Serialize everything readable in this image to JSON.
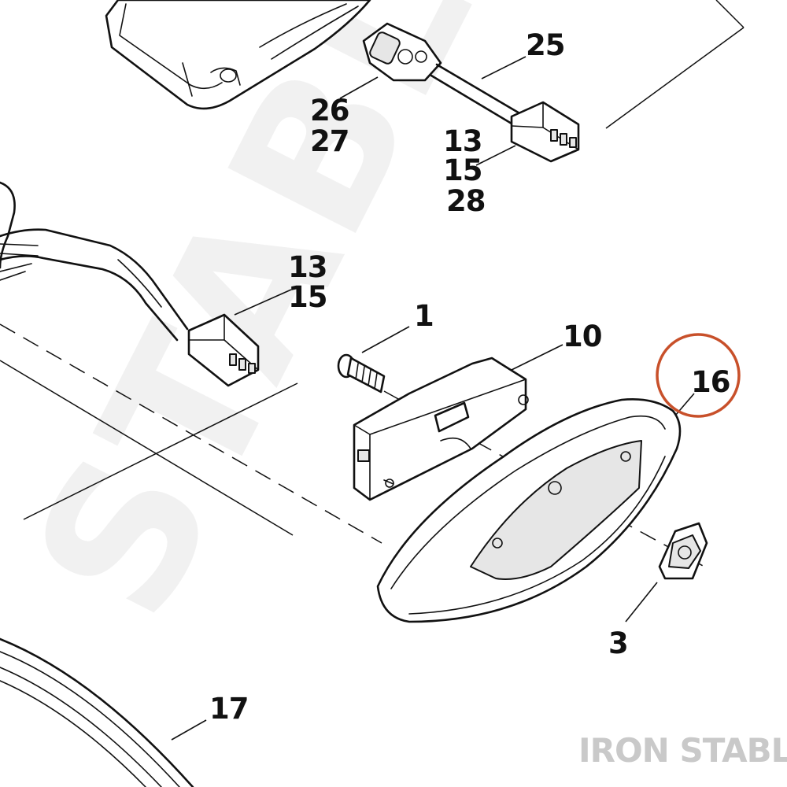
{
  "watermark": "STABLE",
  "brand_mark": "IRON STABLE",
  "callouts": {
    "c1": "1",
    "c3": "3",
    "c10": "10",
    "c13a": "13",
    "c15a": "15",
    "c13b": "13",
    "c15b": "15",
    "c28": "28",
    "c16": "16",
    "c17": "17",
    "c25": "25",
    "c26": "26",
    "c27": "27"
  },
  "highlighted_part": "16",
  "colors": {
    "highlight": "#c8502a",
    "linework": "#111111",
    "watermark": "#e5e5e5",
    "brand": "#c9c9c9"
  }
}
